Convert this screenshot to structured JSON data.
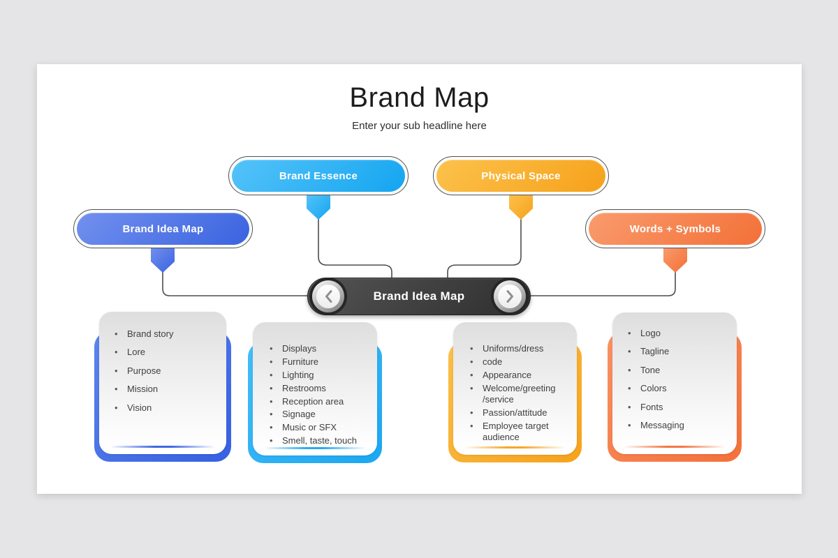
{
  "colors": {
    "page_bg": "#e5e5e7",
    "slide_bg": "#ffffff",
    "connector": "#4d4d4d"
  },
  "slide": {
    "title": "Brand Map",
    "subtitle": "Enter your sub headline here"
  },
  "pills": [
    {
      "label": "Brand Idea Map",
      "from": "#7290ee",
      "to": "#3a63e0"
    },
    {
      "label": "Brand Essence",
      "from": "#55c3f9",
      "to": "#14a5f0"
    },
    {
      "label": "Physical Space",
      "from": "#fcc24c",
      "to": "#f6a11b"
    },
    {
      "label": "Words + Symbols",
      "from": "#f99b6d",
      "to": "#f37038"
    }
  ],
  "center": {
    "label": "Brand Idea Map",
    "bg": {
      "from": "#545454",
      "to": "#2e2e2e"
    },
    "prev_icon": "chevron-left",
    "next_icon": "chevron-right",
    "chevron_color": "#8f8f8f"
  },
  "cards": [
    {
      "theme": "blue",
      "from": "#5d84ec",
      "to": "#3560e1",
      "items": [
        "Brand story",
        "Lore",
        "Purpose",
        "Mission",
        "Vision"
      ]
    },
    {
      "theme": "cyan",
      "from": "#45bdf8",
      "to": "#1ba7f1",
      "items": [
        "Displays",
        "Furniture",
        "Lighting",
        "Restrooms",
        "Reception area",
        "Signage",
        "Music or SFX",
        "Smell, taste, touch"
      ]
    },
    {
      "theme": "amber",
      "from": "#fbc04a",
      "to": "#f6a21c",
      "items": [
        "Uniforms/dress",
        "code",
        "Appearance",
        "Welcome/greeting /service",
        "Passion/attitude",
        "Employee target audience"
      ]
    },
    {
      "theme": "coral",
      "from": "#f99263",
      "to": "#f4703a",
      "items": [
        "Logo",
        "Tagline",
        "Tone",
        "Colors",
        "Fonts",
        "Messaging"
      ]
    }
  ]
}
